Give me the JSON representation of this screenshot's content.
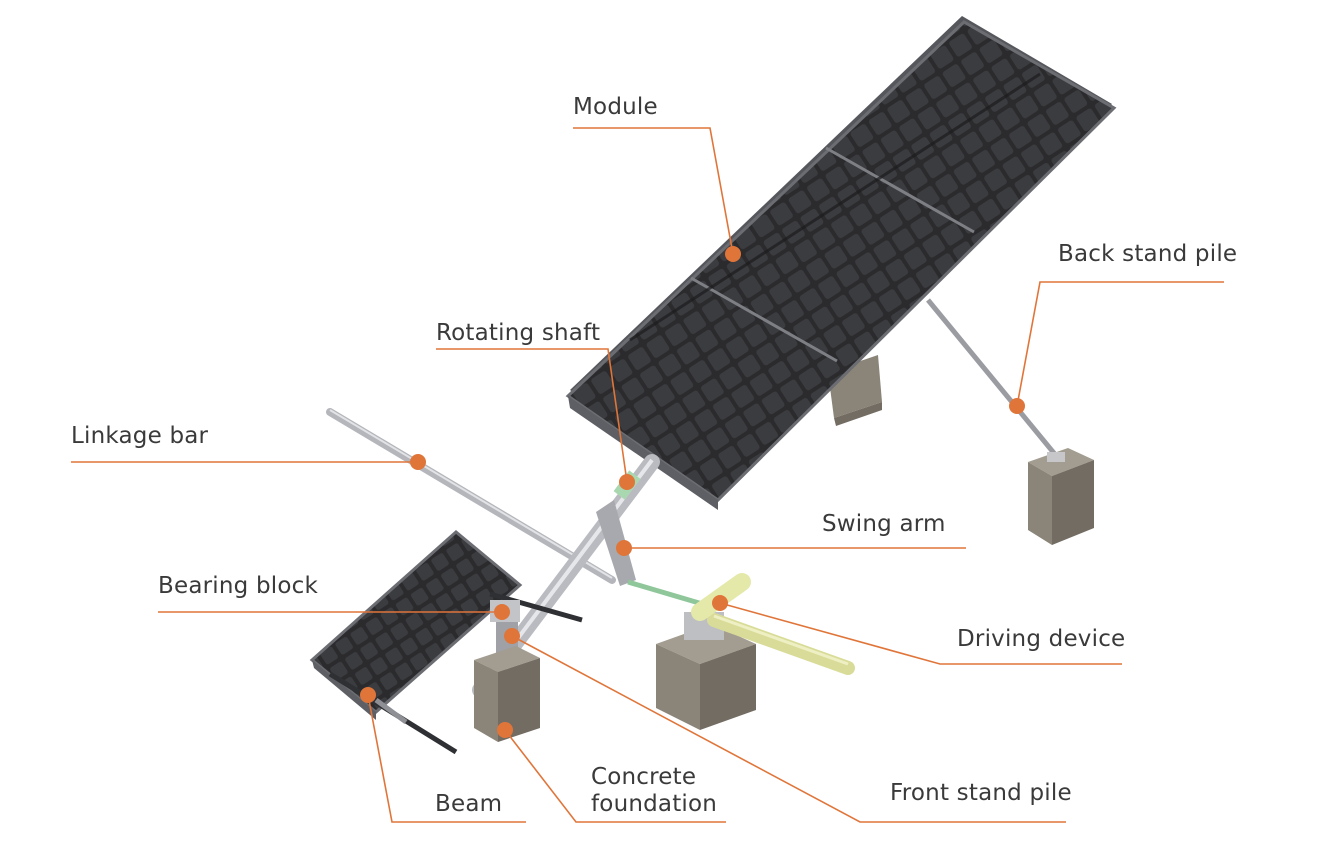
{
  "diagram": {
    "colors": {
      "leader": "#e0753a",
      "dot": "#e0753a",
      "panel": "#2b2b2d",
      "panel_cell": "#3a3b3e",
      "frame": "#8f9196",
      "concrete": "#8b8478",
      "concrete_top": "#a39c90",
      "concrete_side": "#736c62",
      "driver": "#e4e8a8",
      "linkage_green": "#8fc79a",
      "text": "#3a3a3a"
    },
    "labels": {
      "module": "Module",
      "back_stand_pile": "Back stand pile",
      "rotating_shaft": "Rotating shaft",
      "linkage_bar": "Linkage bar",
      "swing_arm": "Swing arm",
      "bearing_block": "Bearing block",
      "driving_device": "Driving device",
      "concrete_foundation": "Concrete foundation",
      "beam": "Beam",
      "front_stand_pile": "Front stand pile"
    }
  }
}
